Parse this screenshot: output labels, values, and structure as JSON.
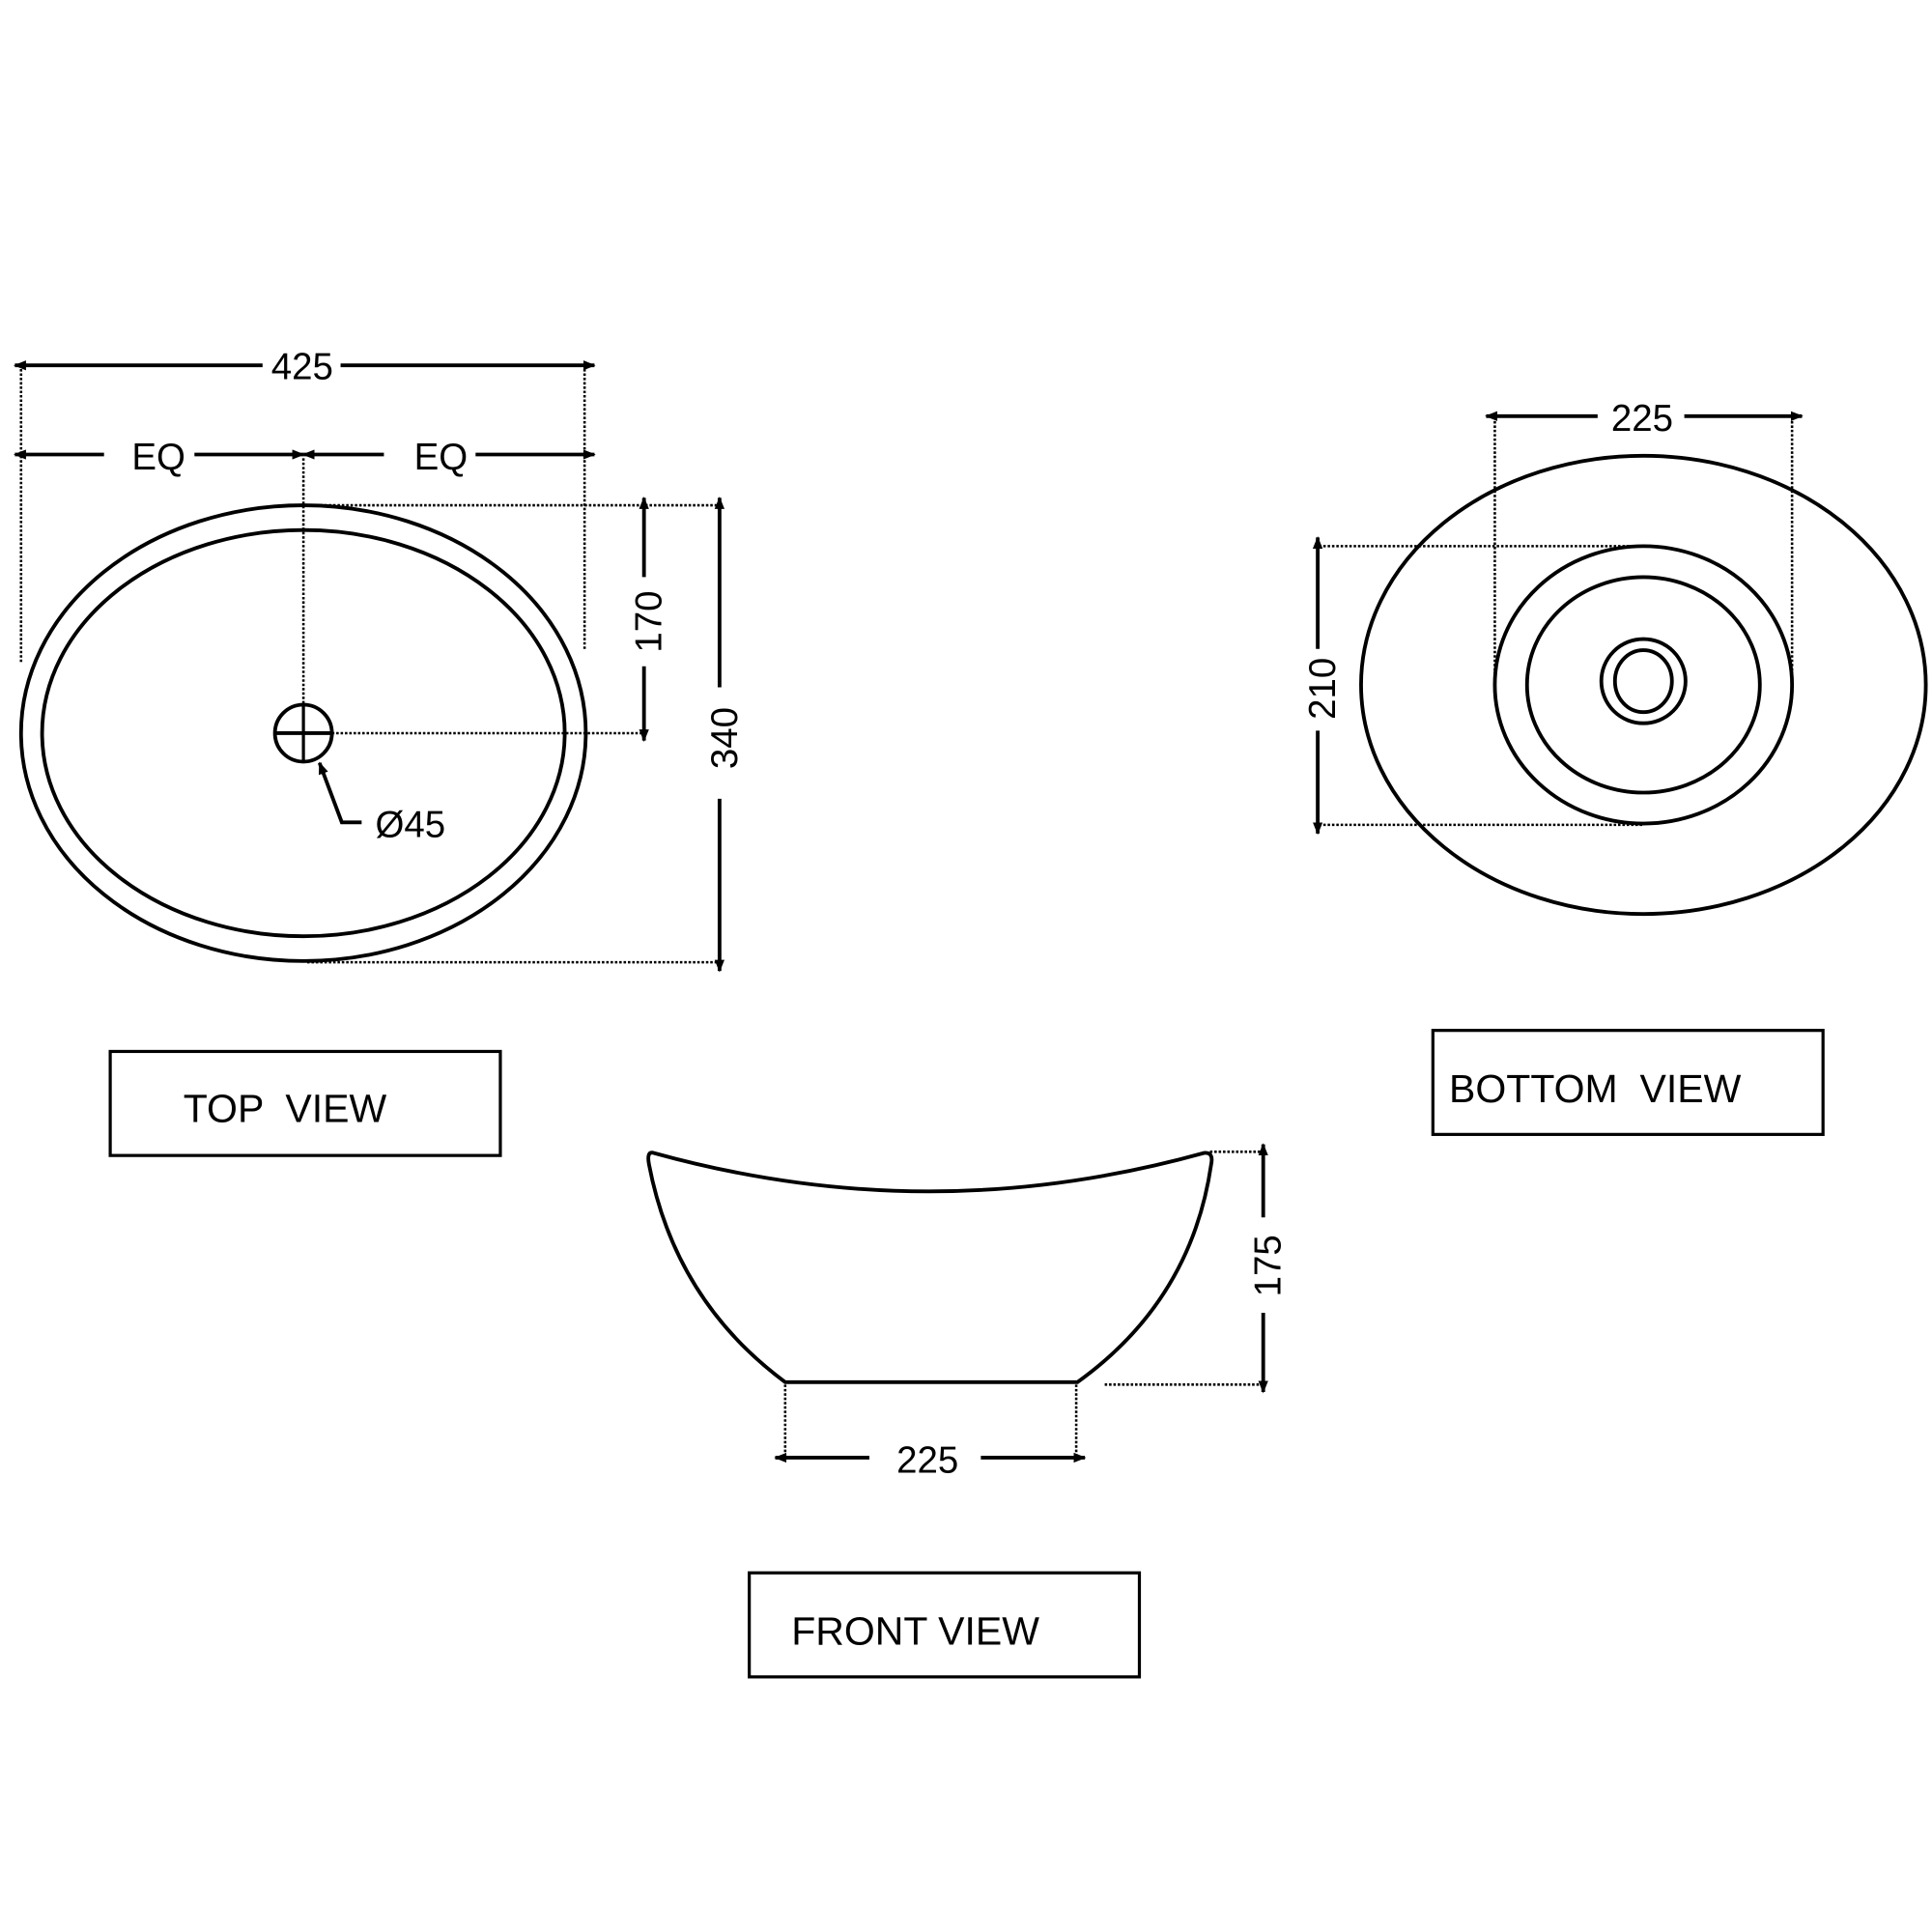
{
  "drawing": {
    "units": "mm",
    "stroke_color": "#000000",
    "background": "#ffffff"
  },
  "top_view": {
    "label": "TOP  VIEW",
    "dims": {
      "overall_width": "425",
      "eq_left": "EQ",
      "eq_right": "EQ",
      "waste_offset": "170",
      "overall_depth": "340",
      "waste_diameter": "Ø45"
    }
  },
  "bottom_view": {
    "label": "BOTTOM  VIEW",
    "dims": {
      "base_width": "225",
      "base_depth": "210"
    }
  },
  "front_view": {
    "label": "FRONT VIEW",
    "dims": {
      "height": "175",
      "base_width": "225"
    }
  }
}
